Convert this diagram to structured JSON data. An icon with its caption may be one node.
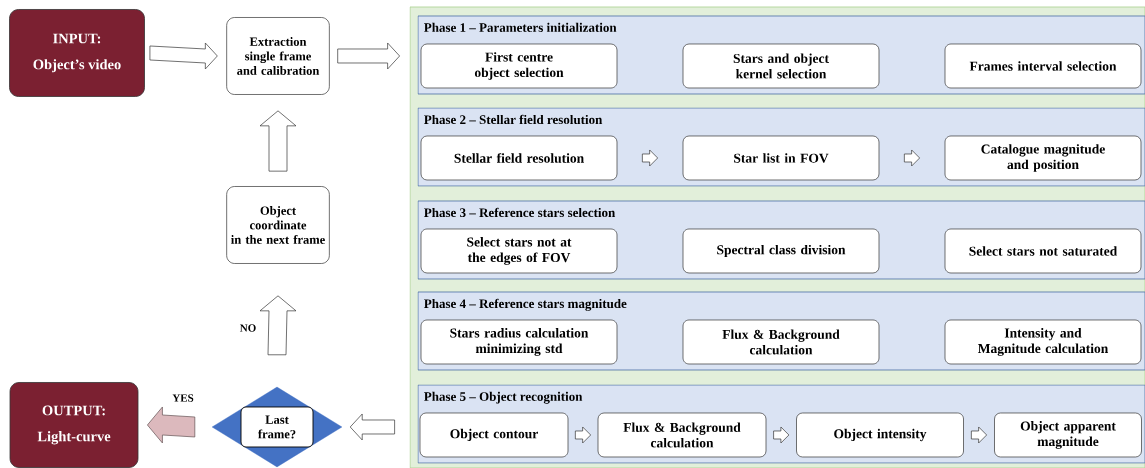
{
  "diagram": {
    "nodes": [
      {
        "text": [
          "INPUT:",
          "Object’s video"
        ]
      },
      {
        "text": [
          "Extraction single frame and calibration"
        ]
      },
      {
        "text": [
          "Object coordinate in the next frame"
        ]
      },
      {
        "text": [
          "Last frame?"
        ]
      },
      {
        "text": [
          "OUTPUT:",
          "Light-curve"
        ]
      },
      {
        "text": [],
        "shape": "box"
      },
      {
        "text": [
          "Phase 1 – Parameters initialization"
        ],
        "in": 5
      },
      {
        "text": [
          "First centre object selection"
        ],
        "in": 6
      },
      {
        "text": [
          "Stars and object kernel selection"
        ],
        "in": 6
      },
      {
        "text": [
          "Frames interval selection"
        ],
        "in": 6
      },
      {
        "text": [
          "Phase 2 – Stellar field resolution"
        ],
        "in": 5
      },
      {
        "text": [
          "Stellar field resolution"
        ],
        "in": 10
      },
      {
        "text": [
          "Star list in FOV"
        ],
        "in": 10
      },
      {
        "text": [
          "Catalogue magnitude and position"
        ],
        "in": 10
      },
      {
        "text": [
          "Phase 3 – Reference stars selection"
        ],
        "in": 5
      },
      {
        "text": [
          "Select stars not at the edges of FOV"
        ],
        "in": 14
      },
      {
        "text": [
          "Spectral class division"
        ],
        "in": 14
      },
      {
        "text": [
          "Select stars not saturated"
        ],
        "in": 14
      },
      {
        "text": [
          "Phase 4 – Reference stars magnitude"
        ],
        "in": 5
      },
      {
        "text": [
          "Stars radius calculation minimizing std"
        ],
        "in": 18
      },
      {
        "text": [
          "Flux & Background calculation"
        ],
        "in": 18
      },
      {
        "text": [
          "Intensity and Magnitude calculation"
        ],
        "in": 18
      },
      {
        "text": [
          "Phase 5 – Object recognition"
        ],
        "in": 5
      },
      {
        "text": [
          "Object contour"
        ],
        "in": 22
      },
      {
        "text": [
          "Flux & Background calculation"
        ],
        "in": 22
      },
      {
        "text": [
          "Object intensity"
        ],
        "in": 22
      },
      {
        "text": [
          "Object apparent magnitude"
        ],
        "in": 22
      }
    ],
    "edges": [
      {
        "from": 0,
        "to": 1,
        "arrow": "to"
      },
      {
        "from": 1,
        "to": 5,
        "arrow": "to"
      },
      {
        "from": 2,
        "to": 1,
        "arrow": "to"
      },
      {
        "from": 3,
        "to": 2,
        "arrow": "to",
        "label": "NO"
      },
      {
        "from": 3,
        "to": 4,
        "arrow": "to",
        "label": "YES",
        "color": "#dcb9bd"
      },
      {
        "from": 5,
        "to": 3,
        "arrow": "to"
      },
      {
        "from": 11,
        "to": 12,
        "arrow": "to"
      },
      {
        "from": 12,
        "to": 13,
        "arrow": "to"
      },
      {
        "from": 23,
        "to": 24,
        "arrow": "to"
      },
      {
        "from": 24,
        "to": 25,
        "arrow": "to"
      },
      {
        "from": 25,
        "to": 26,
        "arrow": "to"
      }
    ]
  }
}
